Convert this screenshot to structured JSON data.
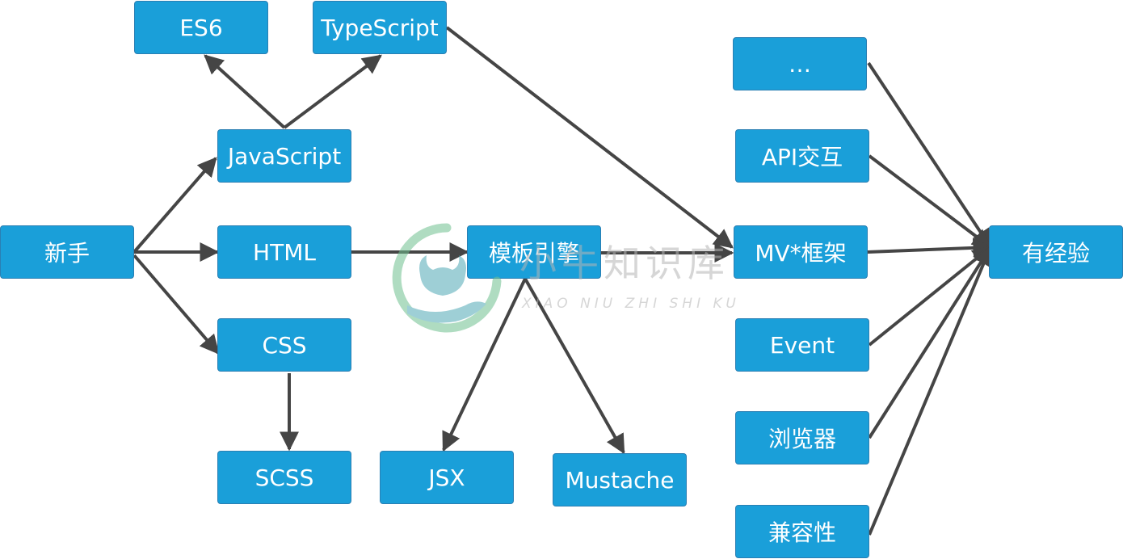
{
  "colors": {
    "node_fill": "#1a9fd9",
    "node_border": "#2a7fb3",
    "node_text": "#ffffff",
    "edge": "#454545",
    "watermark_green": "#6fc08f",
    "watermark_teal": "#4fa9b6"
  },
  "nodes": {
    "es6": "ES6",
    "typescript": "TypeScript",
    "javascript": "JavaScript",
    "beginner": "新手",
    "html": "HTML",
    "css": "CSS",
    "scss": "SCSS",
    "template_engine": "模板引擎",
    "jsx": "JSX",
    "mustache": "Mustache",
    "ellipsis": "…",
    "api": "API交互",
    "mv_framework": "MV*框架",
    "event": "Event",
    "browser": "浏览器",
    "compat": "兼容性",
    "experienced": "有经验"
  },
  "edges": [
    {
      "from": "beginner",
      "to": "javascript"
    },
    {
      "from": "beginner",
      "to": "html"
    },
    {
      "from": "beginner",
      "to": "css"
    },
    {
      "from": "javascript",
      "to": "es6"
    },
    {
      "from": "javascript",
      "to": "typescript"
    },
    {
      "from": "css",
      "to": "scss"
    },
    {
      "from": "html",
      "to": "template_engine"
    },
    {
      "from": "template_engine",
      "to": "jsx"
    },
    {
      "from": "template_engine",
      "to": "mustache"
    },
    {
      "from": "template_engine",
      "to": "mv_framework"
    },
    {
      "from": "typescript",
      "to": "mv_framework"
    },
    {
      "from": "ellipsis",
      "to": "experienced"
    },
    {
      "from": "api",
      "to": "experienced"
    },
    {
      "from": "mv_framework",
      "to": "experienced"
    },
    {
      "from": "event",
      "to": "experienced"
    },
    {
      "from": "browser",
      "to": "experienced"
    },
    {
      "from": "compat",
      "to": "experienced"
    }
  ],
  "watermark": {
    "title": "小牛知识库",
    "subtitle": "XIAO NIU ZHI SHI KU",
    "logo_icon": "bull-head-in-hand-icon"
  }
}
